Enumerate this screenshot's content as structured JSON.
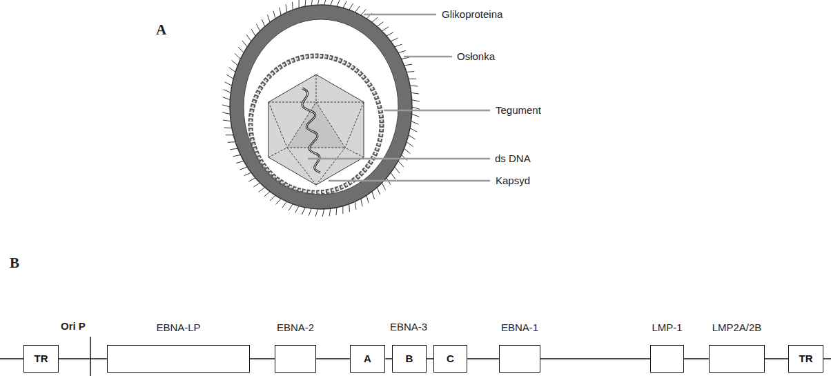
{
  "diagram": {
    "nodes": [
      {
        "text": [
          "TR"
        ]
      },
      {
        "text": [
          "EBNA-LP"
        ]
      },
      {
        "text": [
          "EBNA-2"
        ]
      },
      {
        "text": [
          "A"
        ]
      },
      {
        "text": [
          "B"
        ]
      },
      {
        "text": [
          "C"
        ]
      },
      {
        "text": [
          "EBNA-1"
        ]
      },
      {
        "text": [
          "LMP-1"
        ]
      },
      {
        "text": [
          "LMP2A/2B"
        ]
      },
      {
        "text": [
          "TR"
        ]
      }
    ],
    "edges": [
      {
        "from": 0,
        "to": 1,
        "arrow": "none"
      },
      {
        "from": 1,
        "to": 2,
        "arrow": "none"
      },
      {
        "from": 2,
        "to": 3,
        "arrow": "none"
      },
      {
        "from": 3,
        "to": 4,
        "arrow": "none"
      },
      {
        "from": 4,
        "to": 5,
        "arrow": "none"
      },
      {
        "from": 5,
        "to": 6,
        "arrow": "none"
      },
      {
        "from": 6,
        "to": 7,
        "arrow": "none"
      },
      {
        "from": 7,
        "to": 8,
        "arrow": "none"
      },
      {
        "from": 8,
        "to": 9,
        "arrow": "none"
      }
    ],
    "labels": [
      "A",
      "Glikoproteina",
      "Osłonka",
      "Tegument",
      "ds DNA",
      "Kapsyd",
      "B",
      "Ori P",
      "EBNA-3"
    ]
  }
}
